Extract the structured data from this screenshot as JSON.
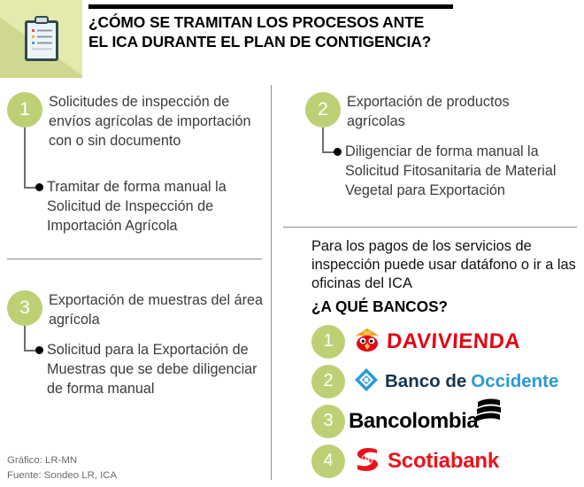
{
  "header": {
    "icon": "clipboard-icon",
    "title_line_1": "¿CÓMO SE TRAMITAN LOS PROCESOS ANTE",
    "title_line_2": "EL ICA DURANTE EL PLAN DE CONTIGENCIA?",
    "accent_block_color": "#e4e9ae",
    "rule_color": "#000000"
  },
  "steps": [
    {
      "number": "1",
      "title": "Solicitudes de inspección de envíos agrícolas de importación con o sin documento",
      "detail": "Tramitar de forma manual la Solicitud de Inspección de Importación Agrícola"
    },
    {
      "number": "2",
      "title": "Exportación de productos agrícolas",
      "detail": "Diligenciar de forma manual la Solicitud Fitosanitaria de Material Vegetal para Exportación"
    },
    {
      "number": "3",
      "title": "Exportación de muestras del área agrícola",
      "detail": "Solicitud para la Exportación de Muestras que se debe diligenciar de forma manual"
    }
  ],
  "payments": {
    "intro": "Para los pagos de los servicios de inspección puede usar datáfono o ir a las oficinas del ICA",
    "banks_question": "¿A QUÉ BANCOS?",
    "banks": [
      {
        "number": "1",
        "name": "DAVIVIENDA",
        "logo_icon": "davivienda-house-icon",
        "color": "#e30613"
      },
      {
        "number": "2",
        "name_primary": "Banco de",
        "name_secondary": "Occidente",
        "logo_icon": "occidente-diamond-icon",
        "color_primary": "#16344f",
        "color_secondary": "#2a9ad6"
      },
      {
        "number": "3",
        "name": "Bancolombia",
        "logo_icon": "bancolombia-bars-icon",
        "color": "#000000"
      },
      {
        "number": "4",
        "name": "Scotiabank",
        "logo_icon": "scotiabank-s-globe-icon",
        "color": "#ec111a"
      }
    ]
  },
  "footer": {
    "graphic": "Gráfico: LR-MN",
    "source": "Fuente: Sondeo LR, ICA"
  },
  "theme": {
    "circle_green": "#bed075",
    "divider_gray": "#8d8d8d",
    "body_text": "#3b3b3b"
  }
}
